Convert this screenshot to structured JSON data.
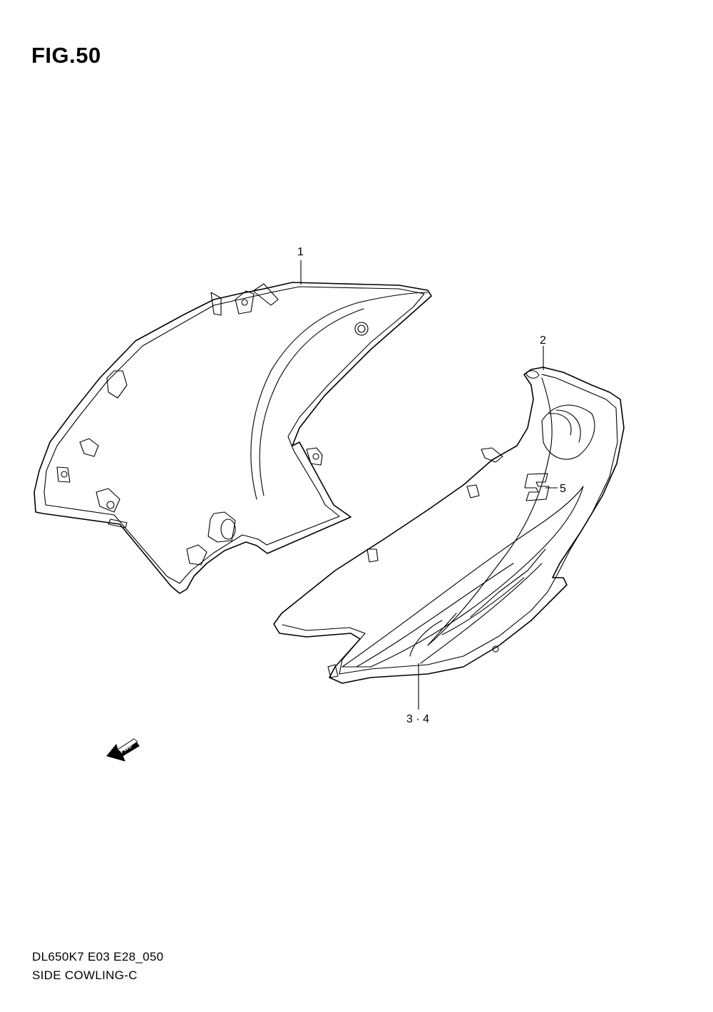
{
  "figure": {
    "title": "FIG.50"
  },
  "callouts": [
    {
      "id": "part-1",
      "label": "1"
    },
    {
      "id": "part-2",
      "label": "2"
    },
    {
      "id": "part-3-4",
      "label": "3 · 4"
    },
    {
      "id": "part-5",
      "label": "5"
    }
  ],
  "fwd_arrow": {
    "label": "FWD"
  },
  "footer": {
    "code": "DL650K7 E03 E28_050",
    "caption": "SIDE COWLING-C"
  }
}
